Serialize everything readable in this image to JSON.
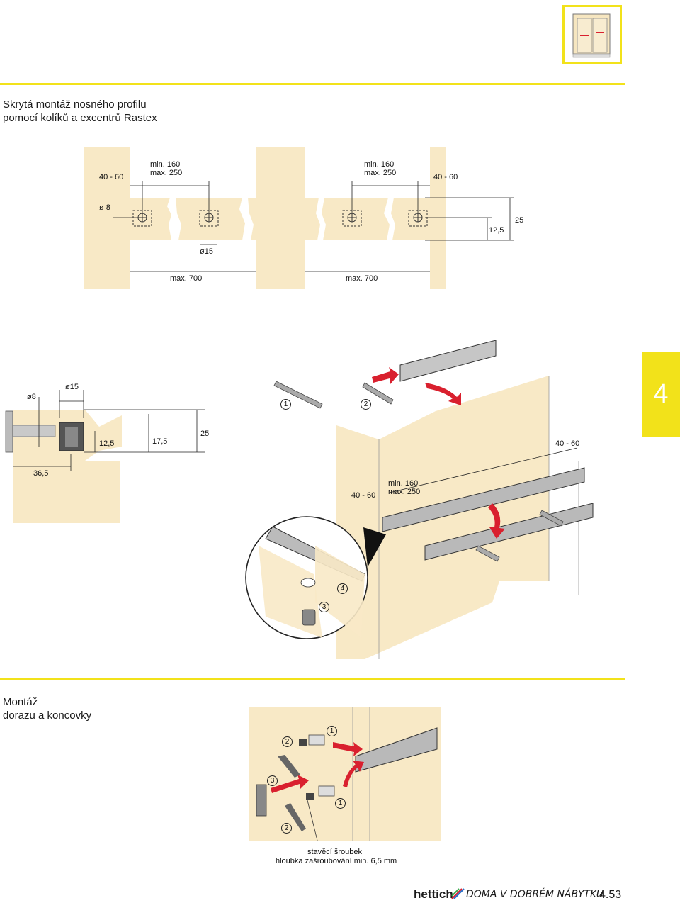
{
  "section1": {
    "title_line1": "Skrytá montáž nosného profilu",
    "title_line2": "pomocí kolíků a excentrů Rastex"
  },
  "diagram1": {
    "dim_40_60_left": "40 - 60",
    "dim_min_max_left_1": "min. 160",
    "dim_min_max_left_2": "max. 250",
    "dim_min_max_right_1": "min. 160",
    "dim_min_max_right_2": "max. 250",
    "dim_40_60_right": "40 - 60",
    "dim_d8": "ø 8",
    "dim_d15": "ø15",
    "dim_12_5": "12,5",
    "dim_25": "25",
    "dim_max700_left": "max. 700",
    "dim_max700_right": "max. 700"
  },
  "diagram2": {
    "d8": "ø8",
    "d15": "ø15",
    "v12_5": "12,5",
    "v17_5": "17,5",
    "v25": "25",
    "v36_5": "36,5",
    "v40_60_right": "40 - 60",
    "v40_60_mid": "40 - 60",
    "vmin160": "min. 160",
    "vmax250": "max. 250",
    "n1": "1",
    "n2": "2",
    "n3": "3",
    "n4": "4"
  },
  "tab": {
    "label": "4"
  },
  "section2": {
    "title_line1": "Montáž",
    "title_line2": "dorazu a koncovky"
  },
  "diagram3": {
    "n1a": "1",
    "n1b": "1",
    "n2a": "2",
    "n2b": "2",
    "n3": "3",
    "caption1": "stavěcí šroubek",
    "caption2": "hloubka zašroubování min. 6,5 mm"
  },
  "footer": {
    "brand": "hettich",
    "slogan": "DOMA V DOBRÉM NÁBYTKU",
    "page": "4.53"
  },
  "colors": {
    "accent": "#f2e21a",
    "wood": "#f8e9c6",
    "arrow": "#d9202e"
  }
}
